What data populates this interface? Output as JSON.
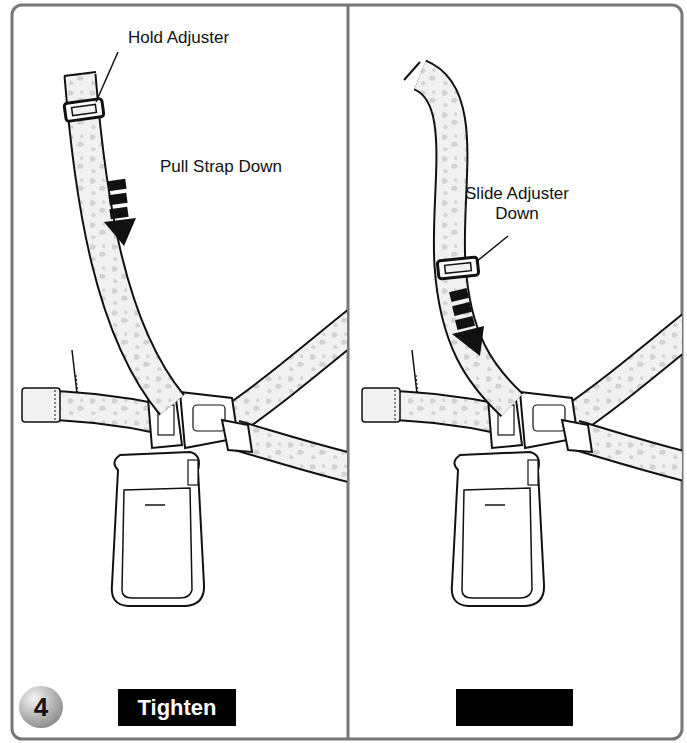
{
  "diagram": {
    "nodes": [
      {
        "text": [
          "4"
        ]
      },
      {
        "text": [
          "Tighten"
        ]
      }
    ],
    "labels": [
      "Hold Adjuster",
      "Pull Strap Down",
      "Slide Adjuster Down"
    ]
  }
}
